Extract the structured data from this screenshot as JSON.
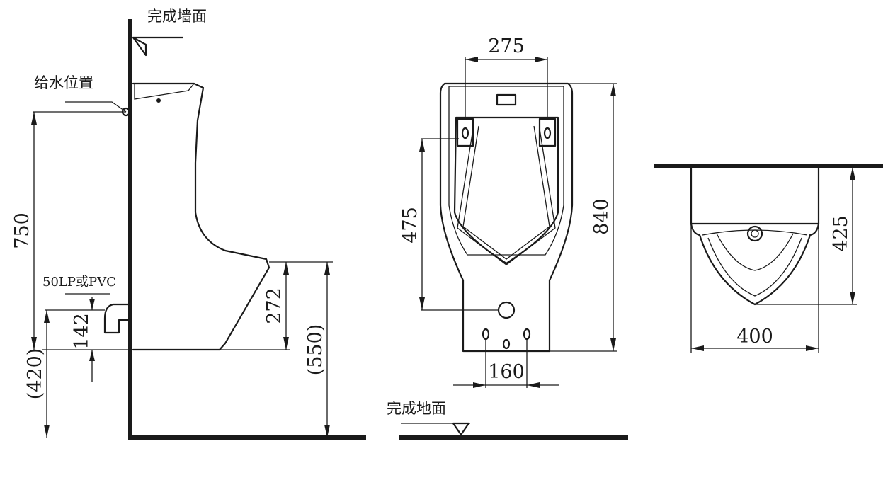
{
  "labels": {
    "finished_wall": "完成墙面",
    "water_supply_position": "给水位置",
    "drain_pipe": "50LP或PVC",
    "finished_floor": "完成地面"
  },
  "dimensions": {
    "side_supply_height": "750",
    "side_drain_height_label": "142",
    "side_drain_center": "(420)",
    "side_rim_to_base": "272",
    "side_rim_height": "(550)",
    "front_mount_spacing": "275",
    "front_mount_to_outlet": "475",
    "front_total_height": "840",
    "front_bottom_spacing": "160",
    "top_depth": "425",
    "top_width": "400"
  }
}
